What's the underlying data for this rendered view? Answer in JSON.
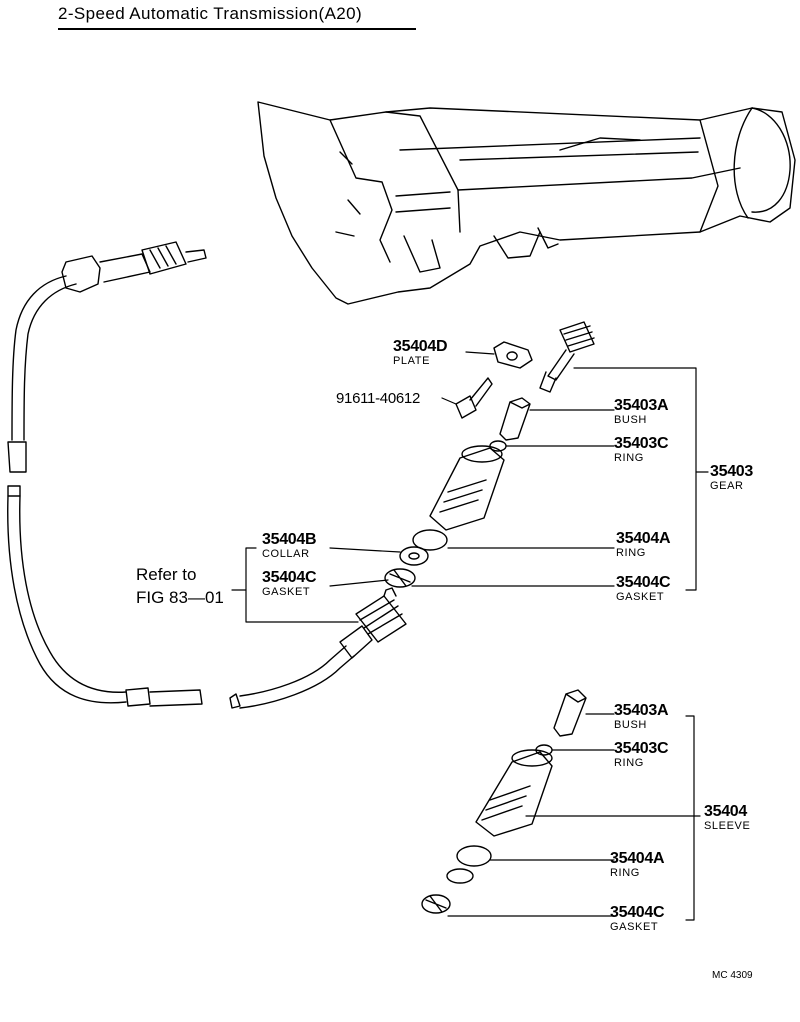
{
  "title": "2-Speed  Automatic  Transmission(A20)",
  "labels": {
    "plate_no": "35404D",
    "plate_nm": "PLATE",
    "bolt_no": "91611-40612",
    "bush_no": "35403A",
    "bush_nm": "BUSH",
    "ring_c_no": "35403C",
    "ring_c_nm": "RING",
    "gear_no": "35403",
    "gear_nm": "GEAR",
    "collar_no": "35404B",
    "collar_nm": "COLLAR",
    "ring_a_no": "35404A",
    "ring_a_nm": "RING",
    "gasket_left_no": "35404C",
    "gasket_left_nm": "GASKET",
    "gasket_right_no": "35404C",
    "gasket_right_nm": "GASKET",
    "refer_line1": "Refer to",
    "refer_line2": "FIG 83—01",
    "bush2_no": "35403A",
    "bush2_nm": "BUSH",
    "ring2_c_no": "35403C",
    "ring2_c_nm": "RING",
    "sleeve_no": "35404",
    "sleeve_nm": "SLEEVE",
    "ring2_a_no": "35404A",
    "ring2_a_nm": "RING",
    "gasket2_no": "35404C",
    "gasket2_nm": "GASKET",
    "code": "MC 4309"
  }
}
